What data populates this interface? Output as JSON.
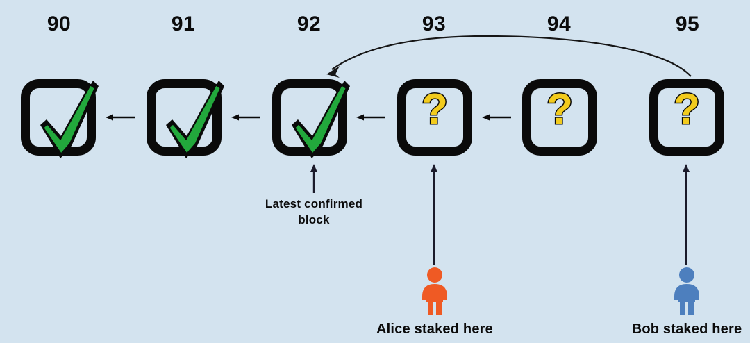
{
  "diagram": {
    "title": "Blockchain staking positions",
    "background_color": "#d3e3ef",
    "blocks": [
      {
        "number": "90",
        "state": "confirmed",
        "icon": "check-icon"
      },
      {
        "number": "91",
        "state": "confirmed",
        "icon": "check-icon"
      },
      {
        "number": "92",
        "state": "confirmed",
        "icon": "check-icon"
      },
      {
        "number": "93",
        "state": "unconfirmed",
        "icon": "question-mark-icon"
      },
      {
        "number": "94",
        "state": "unconfirmed",
        "icon": "question-mark-icon"
      },
      {
        "number": "95",
        "state": "unconfirmed",
        "icon": "question-mark-icon"
      }
    ],
    "colors": {
      "check_green": "#22a83c",
      "question_yellow": "#f2cb1d",
      "outline_black": "#0a0a0a",
      "alice_orange": "#ef5a24",
      "bob_blue": "#4d7fbe",
      "background": "#d3e3ef"
    },
    "annotations": {
      "latest_confirmed_line1": "Latest  confirmed",
      "latest_confirmed_line2": "block",
      "alice_label": "Alice staked here",
      "bob_label": "Bob staked here"
    },
    "stakers": [
      {
        "name": "Alice",
        "label": "Alice staked here",
        "block": "93",
        "color": "#ef5a24"
      },
      {
        "name": "Bob",
        "label": "Bob staked here",
        "block": "95",
        "color": "#4d7fbe"
      }
    ],
    "links": {
      "chain_arrows": "left-pointing arrows from each block to its predecessor",
      "reorg_arrow": "curved arrow from block 95 back to block 92"
    }
  }
}
